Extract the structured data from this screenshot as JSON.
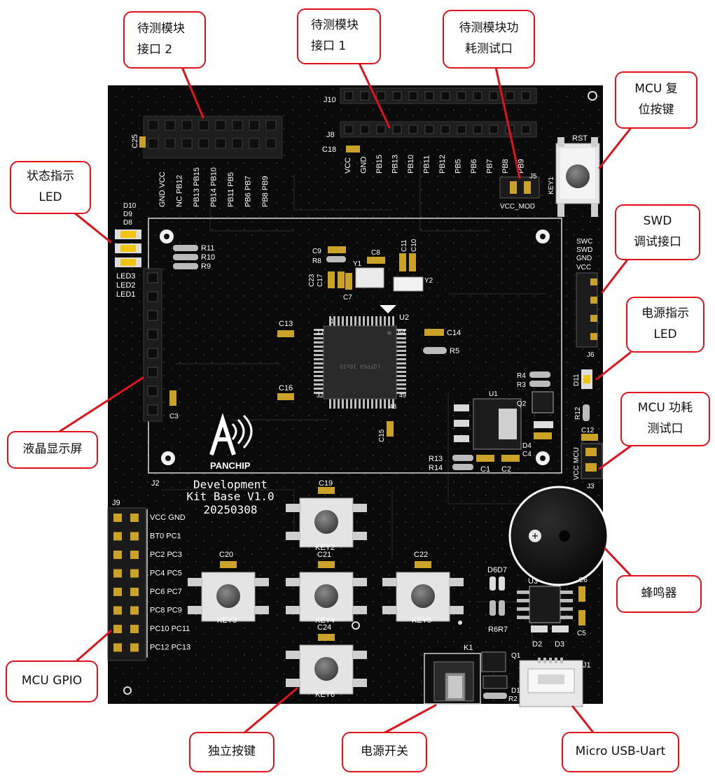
{
  "callouts": {
    "module2": [
      "待测模块",
      "接口 2"
    ],
    "module1": [
      "待测模块",
      "接口 1"
    ],
    "module_power": [
      "待测模块功",
      "耗测试口"
    ],
    "mcu_reset": [
      "MCU 复",
      "位按键"
    ],
    "status_led": [
      "状态指示",
      "LED"
    ],
    "swd": [
      "SWD",
      "调试接口"
    ],
    "power_led": [
      "电源指示",
      "LED"
    ],
    "mcu_power": [
      "MCU 功耗",
      "测试口"
    ],
    "lcd": "液晶显示屏",
    "buzzer": "蜂鸣器",
    "mcu_gpio": "MCU GPIO",
    "keys": "独立按键",
    "power_switch": "电源开关",
    "usb_uart": "Micro USB-Uart"
  },
  "silk": {
    "c25": "C25",
    "j10": "J10",
    "j8": "J8",
    "c18": "C18",
    "j8_pins": [
      "VCC",
      "GND",
      "PB15",
      "PB13",
      "PB10",
      "PB11",
      "PB12",
      "PB5",
      "PB6",
      "PB7",
      "PB8",
      "PB9"
    ],
    "j10_col1": [
      "GND VCC",
      "NC PB12",
      "PB13 PB15",
      "PB14 PB10",
      "PB11 PB5",
      "PB6 PB7",
      "PB8 PB9"
    ],
    "j5": "J5",
    "vcc_mod": "VCC_MOD",
    "rst": "RST",
    "key1": "KEY1",
    "d10": "D10",
    "d9": "D9",
    "d8": "D8",
    "r11": "R11",
    "r10": "R10",
    "r9": "R9",
    "led3": "LED3",
    "led2": "LED2",
    "led1": "LED1",
    "c9": "C9",
    "r8": "R8",
    "c8": "C8",
    "c11": "C11",
    "c10": "C10",
    "y1": "Y1",
    "y2": "Y2",
    "c23": "C23",
    "c17": "C17",
    "c7": "C7",
    "c13": "C13",
    "u2": "U2",
    "c14": "C14",
    "r5": "R5",
    "c16": "C16",
    "pin1": "1",
    "pin17": "17",
    "pin64": "64",
    "pin32": "32",
    "pin48": "48",
    "pin49": "49",
    "chip_mark": "LQFP64 10x10",
    "c3": "C3",
    "c15": "C15",
    "swd_pins": [
      "SWC",
      "SWD",
      "GND",
      "VCC"
    ],
    "j6": "J6",
    "d11": "D11",
    "r12": "R12",
    "r4": "R4",
    "r3": "R3",
    "u1": "U1",
    "q2": "Q2",
    "d4": "D4",
    "c4": "C4",
    "r13": "R13",
    "r14": "R14",
    "c1": "C1",
    "c2": "C2",
    "c12": "C12",
    "vcc_mcu": "VCC MCU",
    "j3": "J3",
    "j2": "J2",
    "brand": "PANCHIP",
    "dev_line1": "Development",
    "dev_line2": "Kit Base V1.0",
    "dev_line3": "20250308",
    "j9": "J9",
    "j9_pins": [
      "VCC GND",
      "BT0 PC1",
      "PC2 PC3",
      "PC4 PC5",
      "PC6 PC7",
      "PC8 PC9",
      "PC10 PC11",
      "PC12 PC13"
    ],
    "c19": "C19",
    "key2": "KEY2",
    "c20": "C20",
    "key3": "KEY3",
    "c21": "C21",
    "key4": "KEY4",
    "c22": "C22",
    "key5": "KEY5",
    "c24": "C24",
    "key6": "KEY6",
    "d6d7": "D6D7",
    "u3": "U3",
    "r6r7": "R6R7",
    "d2": "D2",
    "d3": "D3",
    "c6": "C6",
    "c5": "C5",
    "k1": "K1",
    "q1": "Q1",
    "d1": "D1",
    "r2": "R2",
    "j1": "J1"
  },
  "colors": {
    "board": "#0a0a0a",
    "silk": "#ffffff",
    "callout_border": "#e0121b",
    "header_body": "#1b1b1b",
    "gold": "#c9a227",
    "pad": "#c8c8c8",
    "led": "#f1c40f"
  }
}
